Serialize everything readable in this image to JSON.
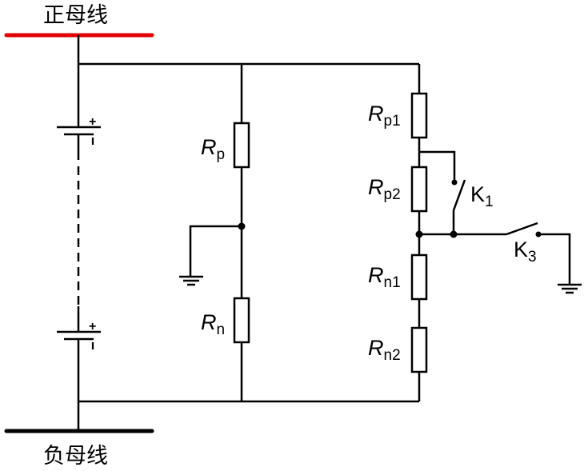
{
  "diagram": {
    "title": "直流系统绝缘监测平衡桥/不平衡桥电路",
    "buses": {
      "positive": {
        "label": "正母线",
        "color": "#e00000"
      },
      "negative": {
        "label": "负母线",
        "color": "#000000"
      }
    },
    "battery": {
      "plus_mark": "+",
      "minus_mark": "-"
    },
    "resistors": [
      {
        "id": "Rp",
        "main": "R",
        "sub": "p"
      },
      {
        "id": "Rn",
        "main": "R",
        "sub": "n"
      },
      {
        "id": "Rp1",
        "main": "R",
        "sub": "p1"
      },
      {
        "id": "Rp2",
        "main": "R",
        "sub": "p2"
      },
      {
        "id": "Rn1",
        "main": "R",
        "sub": "n1"
      },
      {
        "id": "Rn2",
        "main": "R",
        "sub": "n2"
      }
    ],
    "switches": [
      {
        "id": "K1",
        "main": "K",
        "sub": "1"
      },
      {
        "id": "K3",
        "main": "K",
        "sub": "3"
      }
    ],
    "line_color": "#000000"
  }
}
